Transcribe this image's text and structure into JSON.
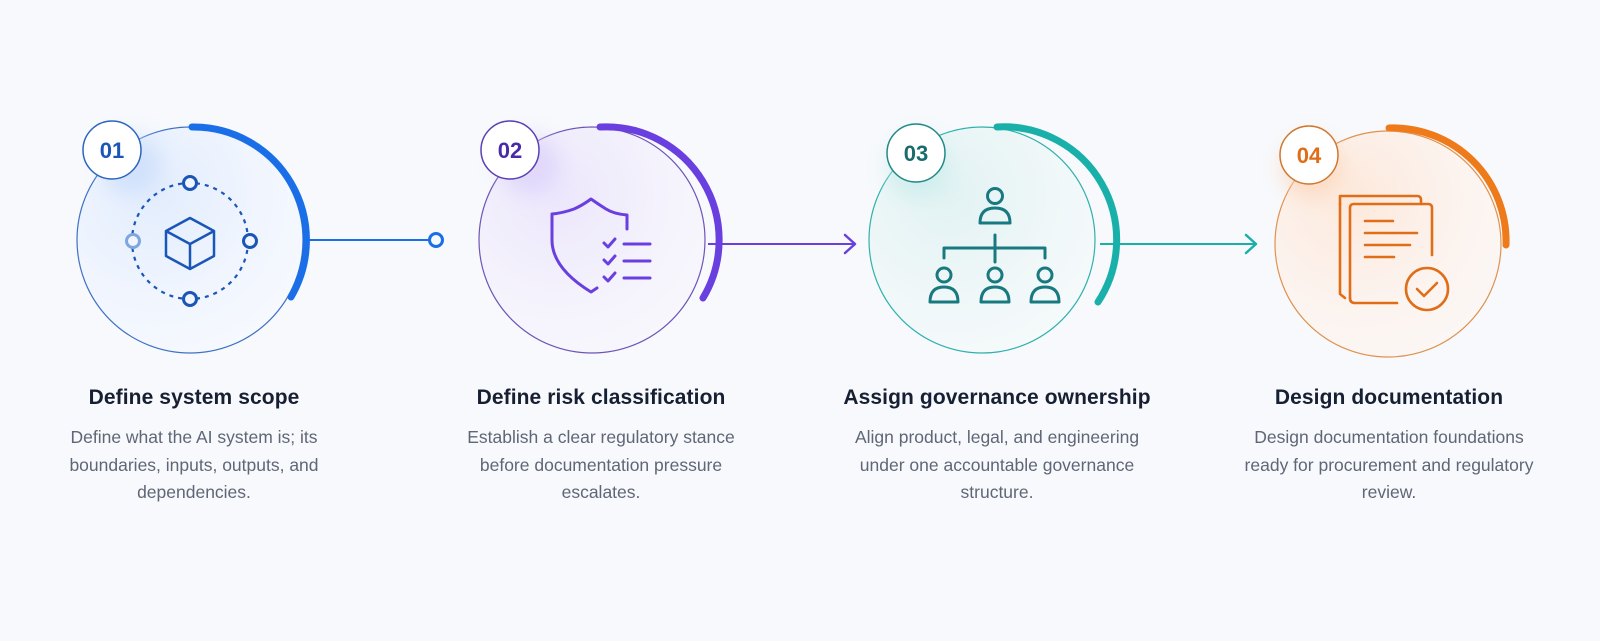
{
  "diagram": {
    "type": "process-steps",
    "steps": [
      {
        "number": "01",
        "title": "Define system scope",
        "description": "Define what the AI system is; its boundaries, inputs, outputs, and dependencies.",
        "icon": "cube-orbit-icon",
        "color": "#1a6fe8",
        "icon_color": "#1a56b8",
        "fill": "#eef4fe"
      },
      {
        "number": "02",
        "title": "Define risk classification",
        "description": "Establish a clear regulatory stance before documentation pressure escalates.",
        "icon": "shield-checklist-icon",
        "color": "#6a3fe0",
        "icon_color": "#6a3fe0",
        "fill": "#f3f1fc"
      },
      {
        "number": "03",
        "title": "Assign governance ownership",
        "description": "Align product, legal, and engineering under one accountable governance structure.",
        "icon": "org-chart-icon",
        "color": "#19b0aa",
        "icon_color": "#187a80",
        "fill": "#eef7f8"
      },
      {
        "number": "04",
        "title": "Design documentation",
        "description": "Design documentation foundations ready for procurement and regulatory review.",
        "icon": "documents-check-icon",
        "color": "#ee7a1a",
        "icon_color": "#e06e18",
        "fill": "#fcf4ee"
      }
    ],
    "connectors": [
      {
        "from": "01",
        "to": "02",
        "end": "circle",
        "color": "#1a6fe8"
      },
      {
        "from": "02",
        "to": "03",
        "end": "arrow",
        "color": "#6a3fe0"
      },
      {
        "from": "03",
        "to": "04",
        "end": "arrow",
        "color": "#19b0aa"
      }
    ]
  }
}
